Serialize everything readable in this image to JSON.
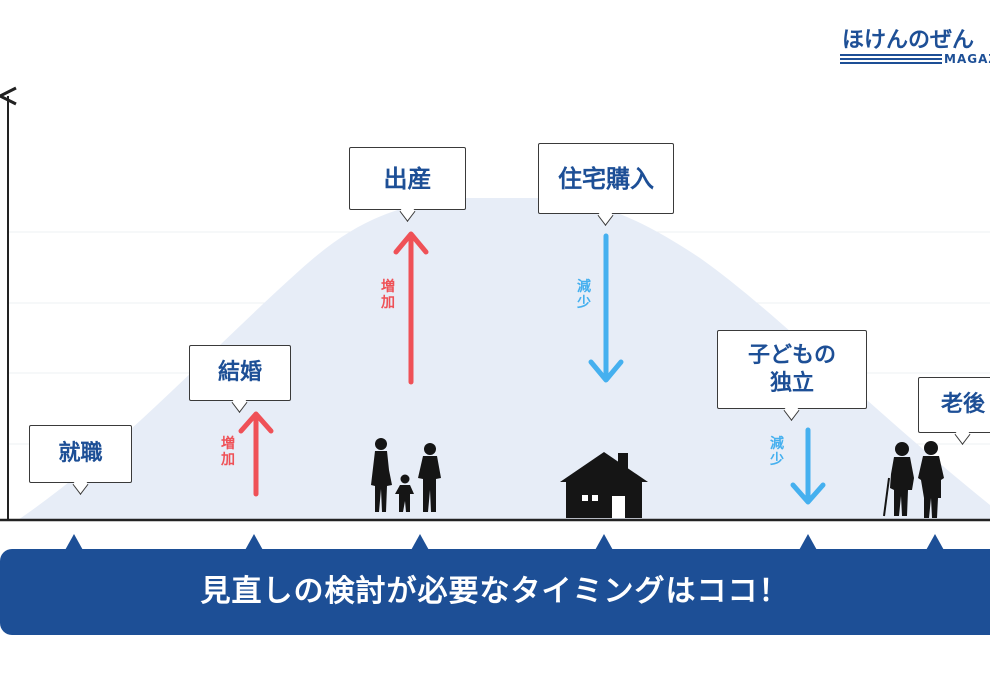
{
  "logo": {
    "name": "ほけんのぜん",
    "subtitle": "MAGAZ"
  },
  "colors": {
    "primary_blue": "#1d4f96",
    "increase_red": "#ef5157",
    "decrease_blue": "#45b0ef",
    "curve_fill": "#e7edf7"
  },
  "life_events": [
    {
      "label": "就職"
    },
    {
      "label": "結婚",
      "trend": "増加",
      "direction": "up"
    },
    {
      "label": "出産",
      "trend": "増加",
      "direction": "up",
      "icon": "family-silhouette-icon"
    },
    {
      "label": "住宅購入",
      "trend": "減少",
      "direction": "down",
      "icon": "house-icon"
    },
    {
      "label": "子ども の 独立",
      "line1": "子どもの",
      "line2": "独立",
      "trend": "減少",
      "direction": "down"
    },
    {
      "label": "老後",
      "icon": "elderly-couple-silhouette-icon"
    }
  ],
  "banner": {
    "text": "見直しの検討が必要なタイミングはココ！"
  }
}
